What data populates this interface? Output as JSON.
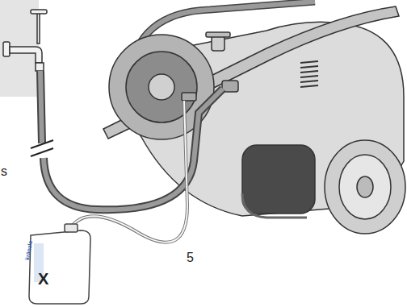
{
  "diagram": {
    "labels": [
      "s",
      "kränzle",
      "X",
      "5"
    ]
  }
}
